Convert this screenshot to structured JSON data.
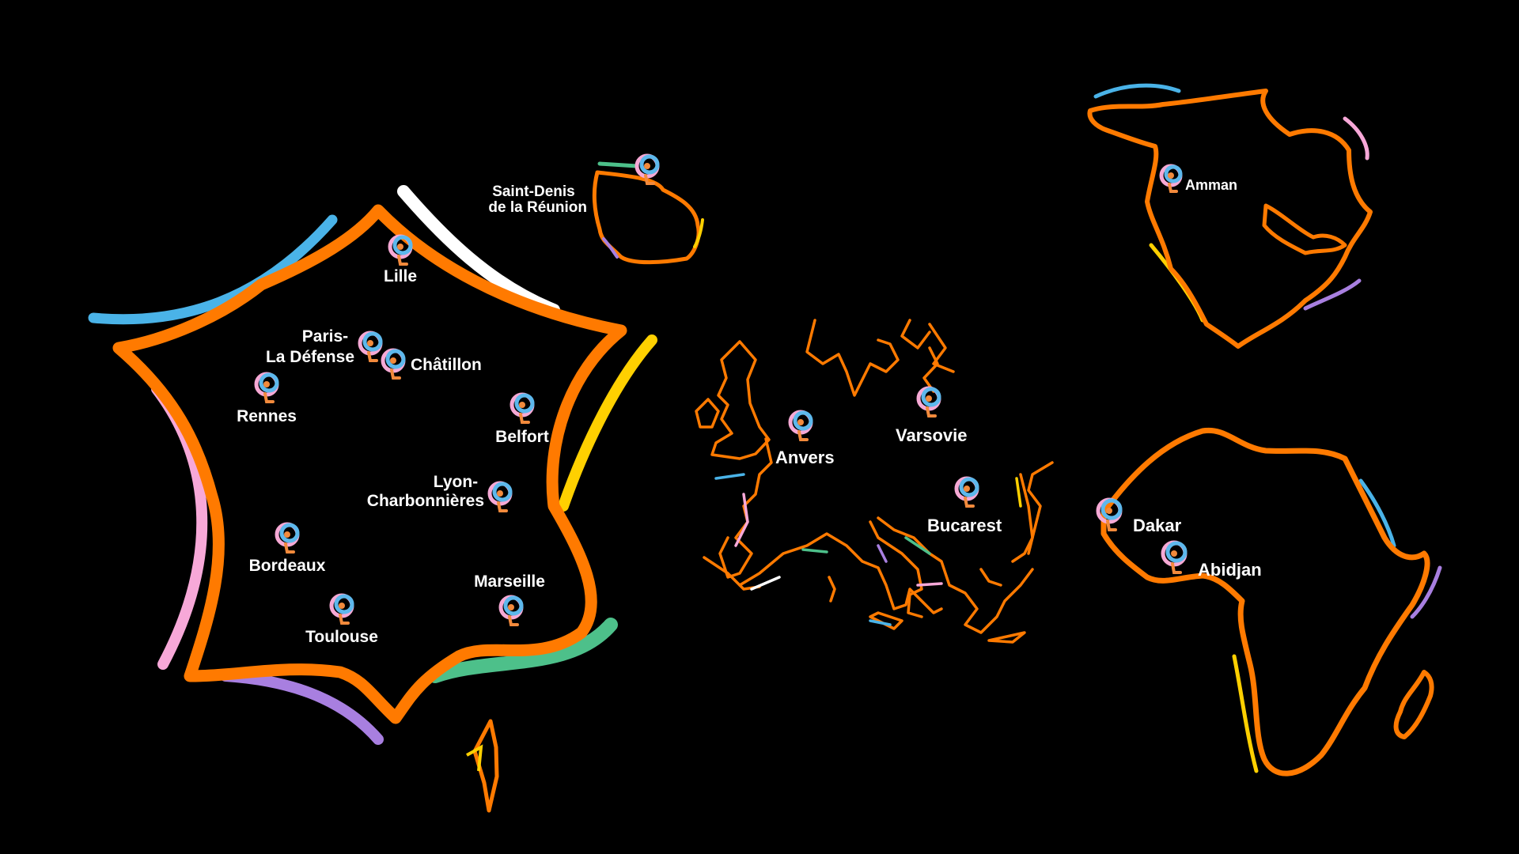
{
  "colors": {
    "background": "#000000",
    "outline": "#ff7a00",
    "accent_blue": "#4ab3e8",
    "accent_white": "#ffffff",
    "accent_yellow": "#ffd000",
    "accent_pink": "#f7a8d8",
    "accent_purple": "#a87fe0",
    "accent_green": "#4dc08a",
    "label": "#ffffff"
  },
  "regions": {
    "france": {
      "cities": [
        {
          "name": "Lille",
          "label": "Lille"
        },
        {
          "name": "Paris-La Défense",
          "label_lines": [
            "Paris-",
            "La Défense"
          ]
        },
        {
          "name": "Châtillon",
          "label": "Châtillon"
        },
        {
          "name": "Rennes",
          "label": "Rennes"
        },
        {
          "name": "Belfort",
          "label": "Belfort"
        },
        {
          "name": "Lyon-Charbonnières",
          "label_lines": [
            "Lyon-",
            "Charbonnières"
          ]
        },
        {
          "name": "Bordeaux",
          "label": "Bordeaux"
        },
        {
          "name": "Marseille",
          "label": "Marseille"
        },
        {
          "name": "Toulouse",
          "label": "Toulouse"
        }
      ]
    },
    "reunion": {
      "cities": [
        {
          "name": "Saint-Denis de la Réunion",
          "label_lines": [
            "Saint-Denis",
            "de la Réunion"
          ]
        }
      ]
    },
    "europe": {
      "cities": [
        {
          "name": "Anvers",
          "label": "Anvers"
        },
        {
          "name": "Varsovie",
          "label": "Varsovie"
        },
        {
          "name": "Bucarest",
          "label": "Bucarest"
        }
      ]
    },
    "middle_east": {
      "cities": [
        {
          "name": "Amman",
          "label": "Amman"
        }
      ]
    },
    "africa": {
      "cities": [
        {
          "name": "Dakar",
          "label": "Dakar"
        },
        {
          "name": "Abidjan",
          "label": "Abidjan"
        }
      ]
    }
  },
  "icons": {
    "pin": "map-pin-icon"
  }
}
